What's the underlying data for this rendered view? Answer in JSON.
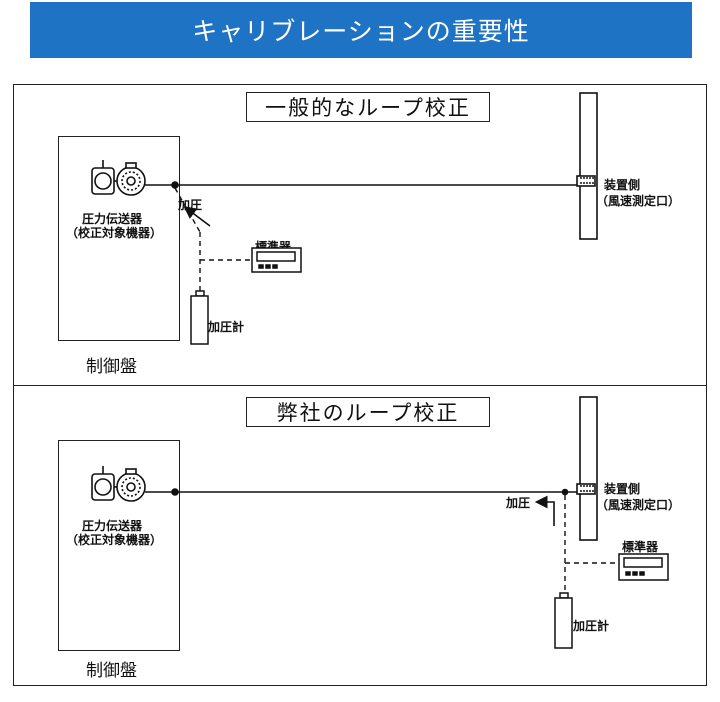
{
  "title": "キャリブレーションの重要性",
  "top": {
    "heading": "一般的なループ校正",
    "transmitter": "圧力伝送器",
    "transmitter_sub": "（校正対象機器）",
    "pressurize": "加圧",
    "standard": "標準器",
    "pressure_gauge": "加圧計",
    "panel": "制御盤",
    "device_side": "装置側",
    "device_side_sub": "（風速測定口）"
  },
  "bottom": {
    "heading": "弊社のループ校正",
    "transmitter": "圧力伝送器",
    "transmitter_sub": "（校正対象機器）",
    "pressurize": "加圧",
    "standard": "標準器",
    "pressure_gauge": "加圧計",
    "panel": "制御盤",
    "device_side": "装置側",
    "device_side_sub": "（風速測定口）"
  }
}
